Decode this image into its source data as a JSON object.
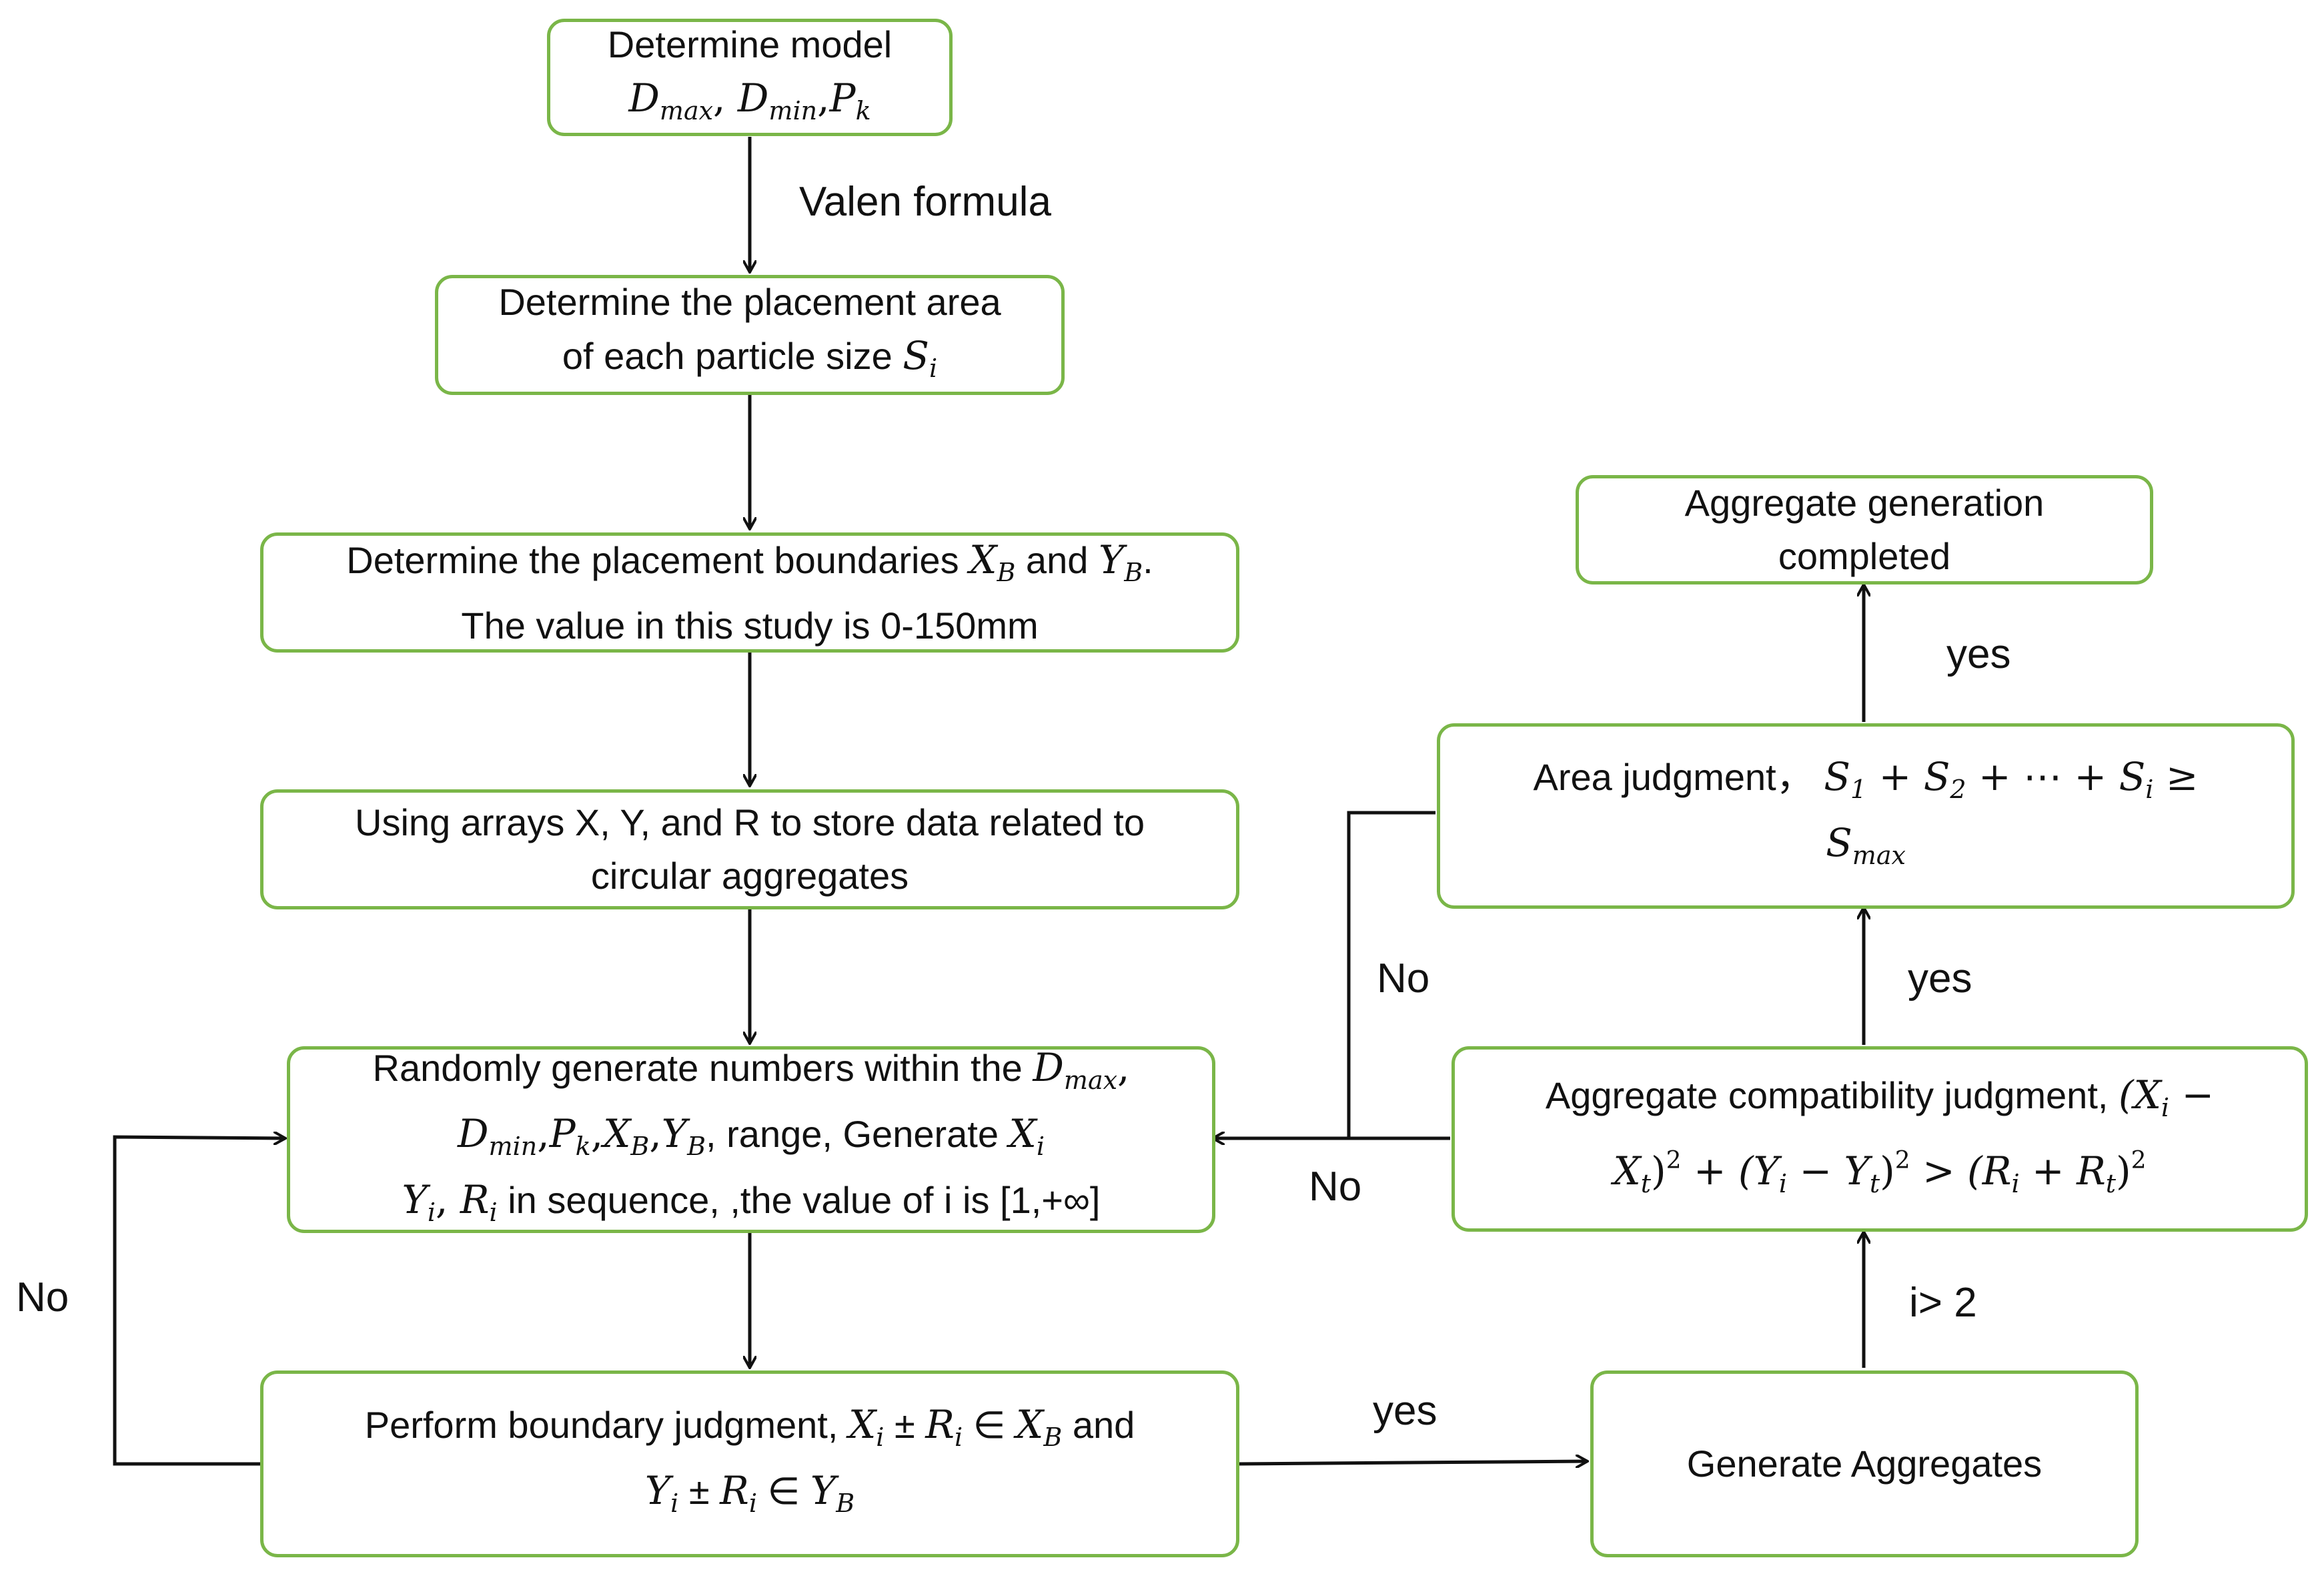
{
  "colors": {
    "node_border": "#7ab648",
    "connector": "#111111",
    "background": "#ffffff"
  },
  "nodes": {
    "model": {
      "line1": "Determine model",
      "v1": "D",
      "s1": "max",
      "sep1": ", ",
      "v2": "D",
      "s2": "min",
      "sep2": ",",
      "v3": "P",
      "s3": "k"
    },
    "area": {
      "line1": "Determine the placement area",
      "line2": "of each particle size ",
      "v": "S",
      "s": "i"
    },
    "bounds": {
      "part1": "Determine the placement boundaries ",
      "v1": "X",
      "s1": "B",
      "mid": " and ",
      "v2": "Y",
      "s2": "B",
      "end": ".",
      "line2": "The value in this study is 0-150mm"
    },
    "arrays": {
      "line1": "Using arrays X, Y, and R to store data related to",
      "line2": "circular aggregates"
    },
    "random": {
      "part1": "Randomly generate numbers within the ",
      "v1": "D",
      "s1": "max",
      "c1": ",",
      "v2": "D",
      "s2": "min",
      "c2": ",",
      "v3": "P",
      "s3": "k",
      "c3": ",",
      "v4": "X",
      "s4": "B",
      "c4": ",",
      "v5": "Y",
      "s5": "B",
      "text2": ", range, Generate ",
      "v6": "X",
      "s6": "i",
      "v7": "Y",
      "s7": "i",
      "c7": ", ",
      "v8": "R",
      "s8": "i",
      "text3": " in sequence, ,the value of i is [1,+∞]"
    },
    "boundary": {
      "part1": "Perform boundary judgment, ",
      "v1": "X",
      "s1": "i",
      "pm1": " ± ",
      "v2": "R",
      "s2": "i",
      "in1": " ∈ ",
      "v3": "X",
      "s3": "B",
      "and": " and",
      "v4": "Y",
      "s4": "i",
      "pm2": " ± ",
      "v5": "R",
      "s5": "i",
      "in2": " ∈ ",
      "v6": "Y",
      "s6": "B"
    },
    "generate": {
      "label": "Generate Aggregates"
    },
    "compat": {
      "part1": "Aggregate compatibility judgment, ",
      "f1": "(X",
      "s1": "i",
      "f1b": " −",
      "f2": "X",
      "s2": "t",
      "f3": ")",
      "p1": "2",
      "f4": " + (Y",
      "s4": "i",
      "f5": " −  Y",
      "s5": "t",
      "f6": ")",
      "p2": "2",
      "f7": " > (R",
      "s7": "i",
      "f8": " +  R",
      "s8": "t",
      "f9": ")",
      "p3": "2"
    },
    "areajudge": {
      "part1": "Area judgment， ",
      "v1": "S",
      "s1": "1",
      "op1": " + ",
      "v2": "S",
      "s2": "2",
      "op2": " + ⋯ + ",
      "v3": "S",
      "s3": "i",
      "ge": " ≥",
      "v4": "S",
      "s4": "max"
    },
    "done": {
      "line1": "Aggregate generation",
      "line2": "completed"
    }
  },
  "labels": {
    "valen": "Valen formula",
    "yes_boundary": "yes",
    "no_left": "No",
    "i_gt_2": "i> 2",
    "yes_compat": "yes",
    "no_compat": "No",
    "no_area": "No",
    "yes_area": "yes"
  }
}
